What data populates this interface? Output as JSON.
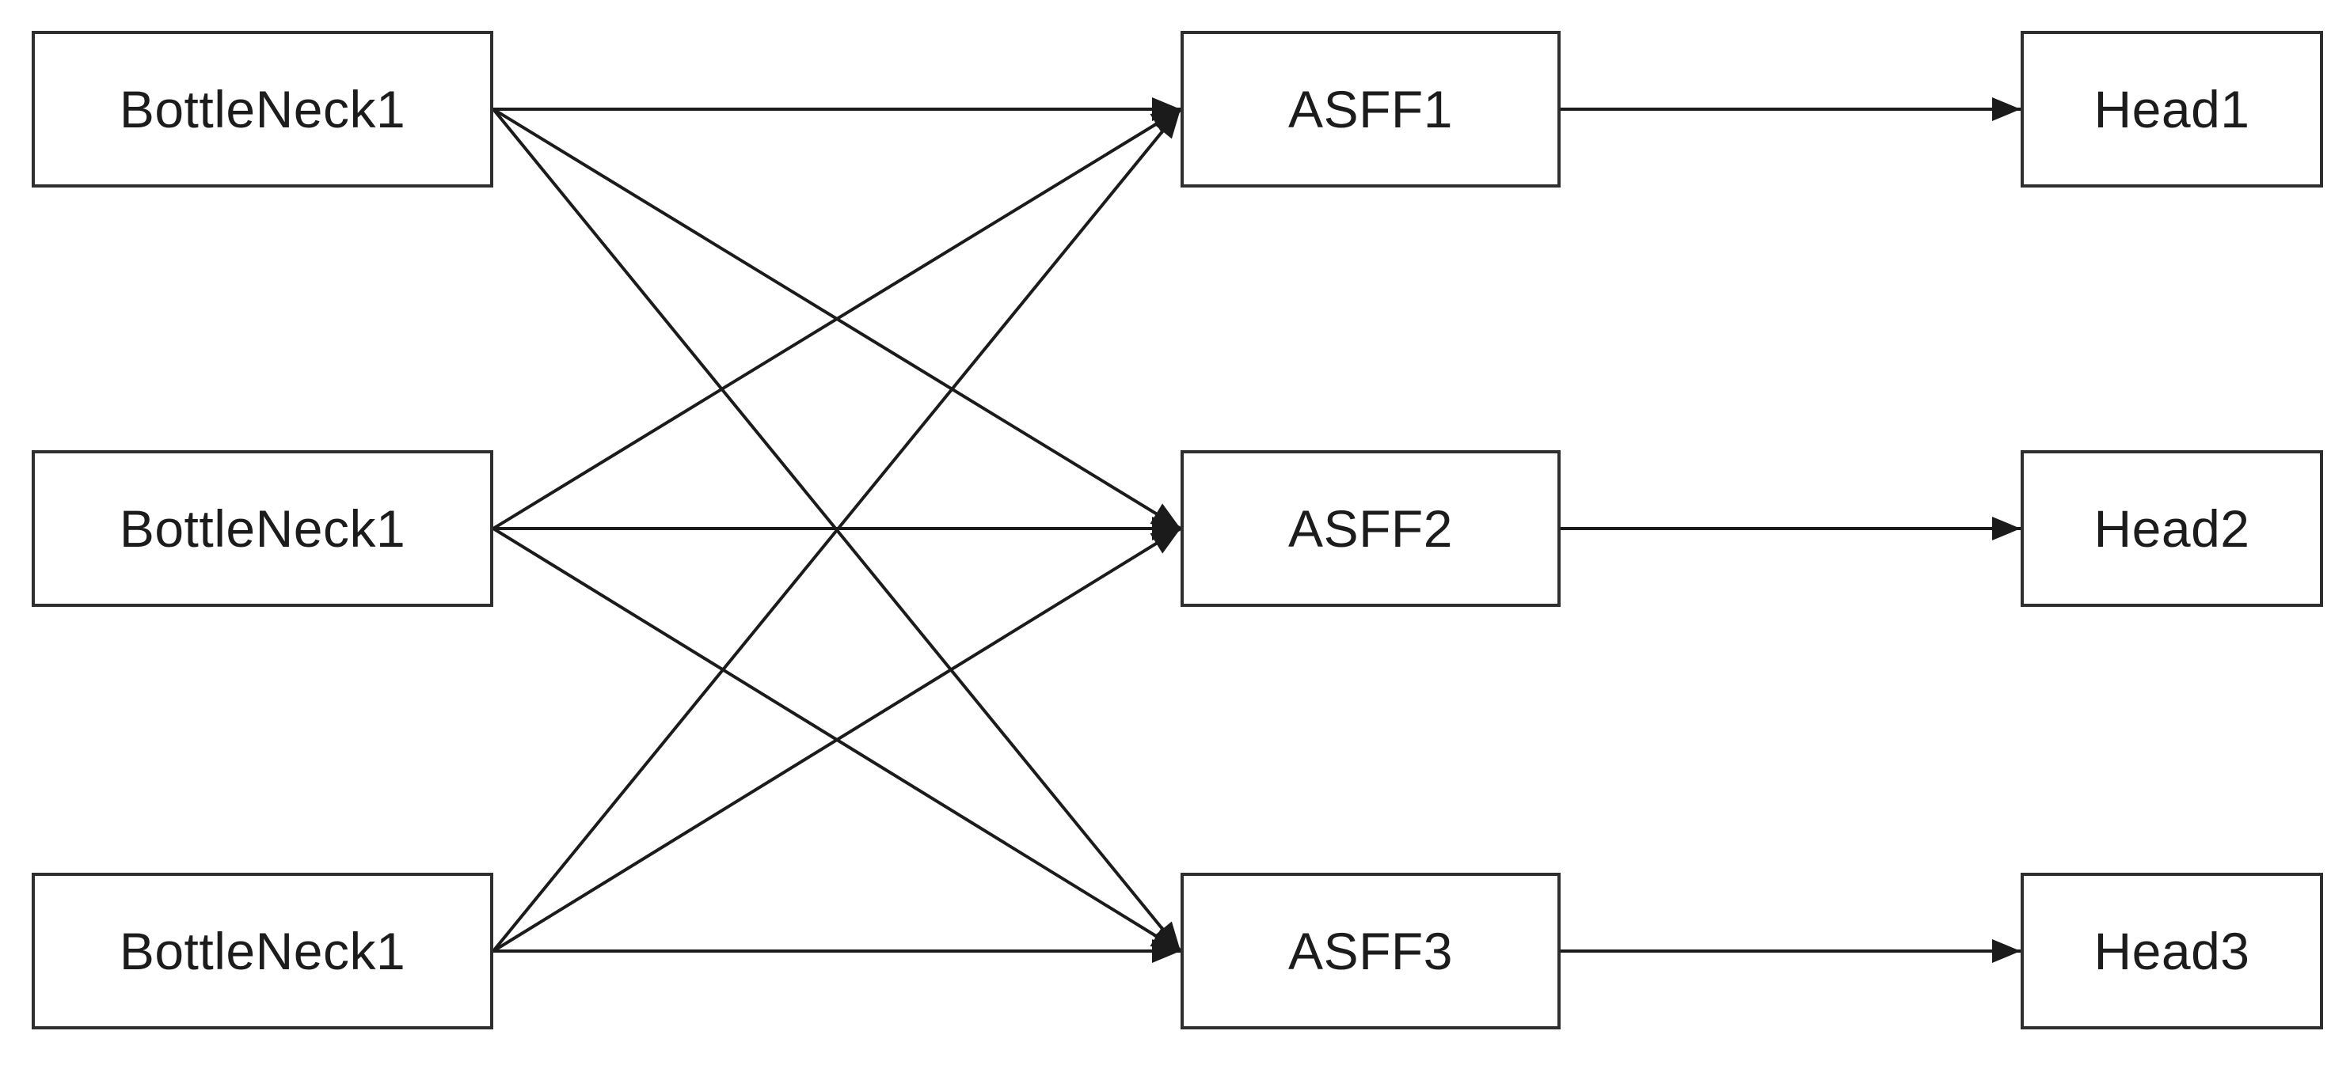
{
  "diagram": {
    "background_color": "#ffffff",
    "line_color": "#1b1b1b",
    "box_border_color": "#2e2e2e",
    "nodes": [
      {
        "id": "bottleneck-1",
        "label": "BottleNeck1",
        "column": "backbone",
        "row": 1
      },
      {
        "id": "bottleneck-2",
        "label": "BottleNeck1",
        "column": "backbone",
        "row": 2
      },
      {
        "id": "bottleneck-3",
        "label": "BottleNeck1",
        "column": "backbone",
        "row": 3
      },
      {
        "id": "asff-1",
        "label": "ASFF1",
        "column": "asff",
        "row": 1
      },
      {
        "id": "asff-2",
        "label": "ASFF2",
        "column": "asff",
        "row": 2
      },
      {
        "id": "asff-3",
        "label": "ASFF3",
        "column": "asff",
        "row": 3
      },
      {
        "id": "head-1",
        "label": "Head1",
        "column": "head",
        "row": 1
      },
      {
        "id": "head-2",
        "label": "Head2",
        "column": "head",
        "row": 2
      },
      {
        "id": "head-3",
        "label": "Head3",
        "column": "head",
        "row": 3
      }
    ],
    "connections": [
      {
        "from": "bottleneck-1",
        "to": "asff-1"
      },
      {
        "from": "bottleneck-1",
        "to": "asff-2"
      },
      {
        "from": "bottleneck-1",
        "to": "asff-3"
      },
      {
        "from": "bottleneck-2",
        "to": "asff-1"
      },
      {
        "from": "bottleneck-2",
        "to": "asff-2"
      },
      {
        "from": "bottleneck-2",
        "to": "asff-3"
      },
      {
        "from": "bottleneck-3",
        "to": "asff-1"
      },
      {
        "from": "bottleneck-3",
        "to": "asff-2"
      },
      {
        "from": "bottleneck-3",
        "to": "asff-3"
      },
      {
        "from": "asff-1",
        "to": "head-1"
      },
      {
        "from": "asff-2",
        "to": "head-2"
      },
      {
        "from": "asff-3",
        "to": "head-3"
      }
    ]
  }
}
